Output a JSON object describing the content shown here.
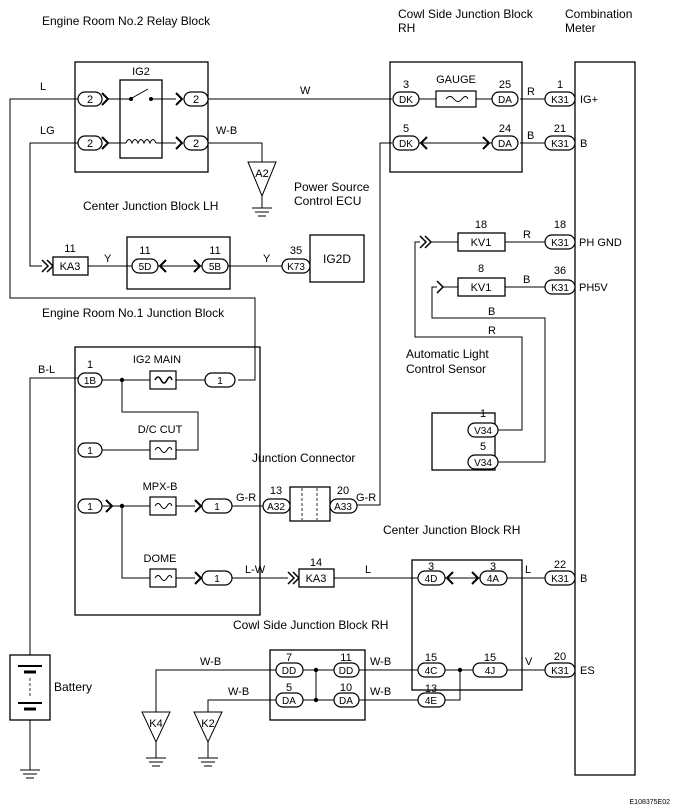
{
  "blocks": {
    "relay2": "Engine Room No.2 Relay Block",
    "cowl_rh_top": [
      "Cowl Side Junction Block",
      "RH"
    ],
    "meter": [
      "Combination",
      "Meter"
    ],
    "cjb_lh": "Center Junction Block LH",
    "ecu": [
      "Power Source",
      "Control ECU"
    ],
    "er1": "Engine Room No.1 Junction Block",
    "light_sensor": [
      "Automatic Light",
      "Control Sensor"
    ],
    "jc": "Junction Connector",
    "cjb_rh": "Center Junction Block RH",
    "cowl_rh_bot": "Cowl Side Junction Block RH",
    "battery": "Battery"
  },
  "components": {
    "ig2": "IG2",
    "gauge": "GAUGE",
    "ig2d": "IG2D",
    "ig2_main": "IG2 MAIN",
    "dc_cut": "D/C CUT",
    "mpxb": "MPX-B",
    "dome": "DOME"
  },
  "grounds": {
    "a2": "A2",
    "k4": "K4",
    "k2": "K2"
  },
  "wires": {
    "L": "L",
    "LG": "LG",
    "W": "W",
    "WB": "W-B",
    "R": "R",
    "B": "B",
    "Y": "Y",
    "BL": "B-L",
    "GR": "G-R",
    "LW": "L-W",
    "V": "V"
  },
  "connectors": {
    "relay_2": "2",
    "dk": "DK",
    "da": "DA",
    "dd": "DD",
    "k31": "K31",
    "ka3": "KA3",
    "k73": "K73",
    "kv1": "KV1",
    "v34": "V34",
    "c5d": "5D",
    "c5b": "5B",
    "c1b": "1B",
    "c1": "1",
    "a32": "A32",
    "a33": "A33",
    "c4d": "4D",
    "c4a": "4A",
    "c4c": "4C",
    "c4e": "4E",
    "c4j": "4J"
  },
  "pins": {
    "p1": "1",
    "p3": "3",
    "p5": "5",
    "p7": "7",
    "p8": "8",
    "p10": "10",
    "p11": "11",
    "p13": "13",
    "p14": "14",
    "p15": "15",
    "p18": "18",
    "p20": "20",
    "p21": "21",
    "p22": "22",
    "p24": "24",
    "p25": "25",
    "p35": "35",
    "p36": "36"
  },
  "terminals": {
    "ig_plus": "IG+",
    "b": "B",
    "ph_gnd": "PH GND",
    "ph5v": "PH5V",
    "es": "ES"
  },
  "figure_code": "E108375E02"
}
